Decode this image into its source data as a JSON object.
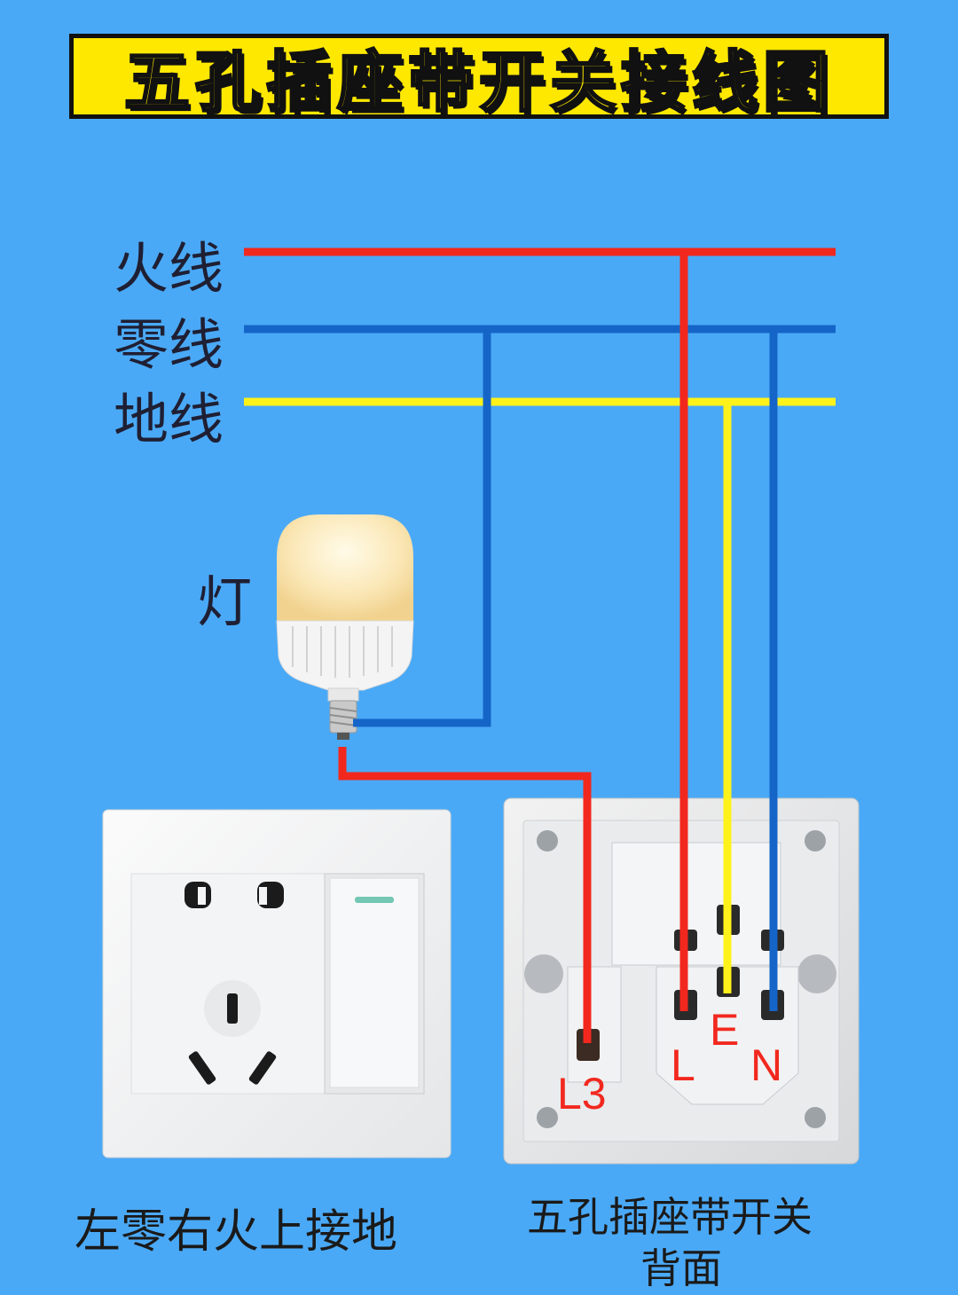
{
  "title": "五孔插座带开关接线图",
  "wires": {
    "live_label": "火线",
    "neutral_label": "零线",
    "ground_label": "地线",
    "live_color": "#f2281e",
    "neutral_color": "#1565c8",
    "ground_color": "#fff21a"
  },
  "lamp_label": "灯",
  "terminals": {
    "l3": "L3",
    "l": "L",
    "e": "E",
    "n": "N",
    "color": "#f2281e"
  },
  "captions": {
    "front": "左零右火上接地",
    "back_line1": "五孔插座带开关",
    "back_line2": "背面"
  },
  "colors": {
    "background": "#4aa9f6",
    "title_fill": "#ffe800",
    "title_outline": "#111111"
  }
}
